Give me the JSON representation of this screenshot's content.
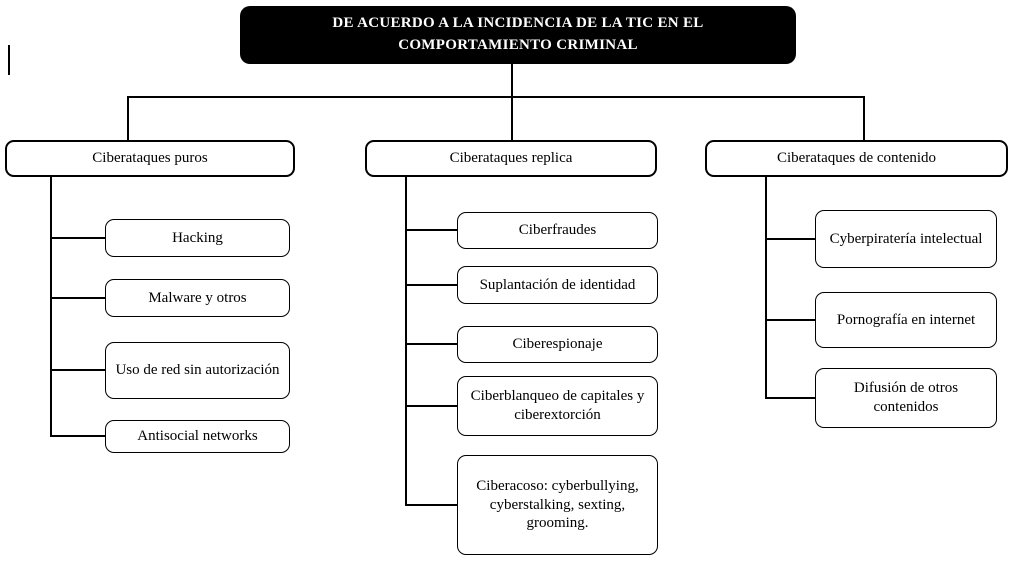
{
  "title": {
    "text": "DE ACUERDO A LA INCIDENCIA DE LA TIC EN EL\nCOMPORTAMIENTO CRIMINAL"
  },
  "branches": [
    {
      "label": "Ciberataques puros",
      "children": [
        {
          "label": "Hacking"
        },
        {
          "label": "Malware y otros"
        },
        {
          "label": "Uso de red sin autorización"
        },
        {
          "label": "Antisocial networks"
        }
      ]
    },
    {
      "label": "Ciberataques replica",
      "children": [
        {
          "label": "Ciberfraudes"
        },
        {
          "label": "Suplantación de identidad"
        },
        {
          "label": "Ciberespionaje"
        },
        {
          "label": "Ciberblanqueo de capitales y ciberextorción"
        },
        {
          "label": "Ciberacoso: cyberbullying, cyberstalking, sexting, grooming."
        }
      ]
    },
    {
      "label": "Ciberataques de contenido",
      "children": [
        {
          "label": "Cyberpiratería intelectual"
        },
        {
          "label": "Pornografía en internet"
        },
        {
          "label": "Difusión de otros contenidos"
        }
      ]
    }
  ],
  "colors": {
    "title_bg": "#000000",
    "title_text": "#ffffff",
    "box_bg": "#ffffff",
    "box_border": "#000000",
    "line": "#000000"
  }
}
